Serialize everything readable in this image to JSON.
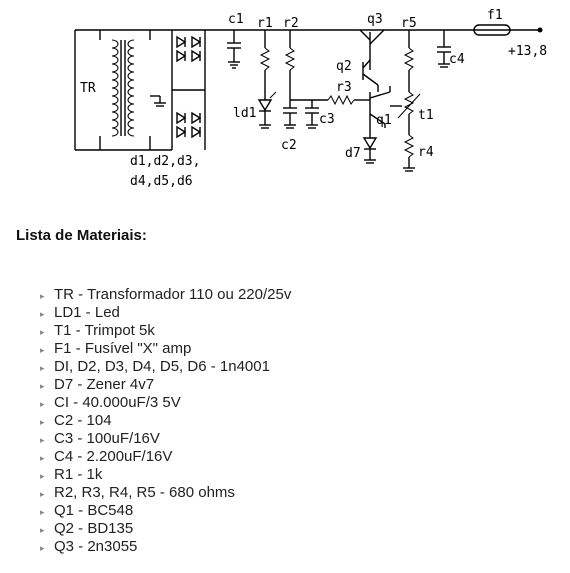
{
  "schematic": {
    "labels": {
      "tr": "TR",
      "c1": "c1",
      "r1": "r1",
      "r2": "r2",
      "q3": "q3",
      "r5": "r5",
      "f1": "f1",
      "output": "+13,8",
      "c4": "c4",
      "q2": "q2",
      "r3": "r3",
      "ld1": "ld1",
      "c3": "c3",
      "c2": "c2",
      "q1": "q1",
      "t1": "t1",
      "d7": "d7",
      "r4": "r4",
      "diodes_line1": "d1,d2,d3,",
      "diodes_line2": "d4,d5,d6"
    }
  },
  "materials": {
    "title": "Lista de Materiais:",
    "items": [
      "TR - Transformador 110 ou 220/25v",
      "LD1 - Led",
      "T1 - Trimpot 5k",
      "F1 - Fusível \"X\" amp",
      "DI, D2, D3, D4, D5, D6 - 1n4001",
      "D7 - Zener 4v7",
      "CI - 40.000uF/3 5V",
      "C2 - 104",
      "C3 - 100uF/16V",
      "C4 - 2.200uF/16V",
      "R1 - 1k",
      "R2, R3, R4, R5 - 680 ohms",
      "Q1 - BC548",
      "Q2 - BD135",
      "Q3 - 2n3055"
    ]
  }
}
